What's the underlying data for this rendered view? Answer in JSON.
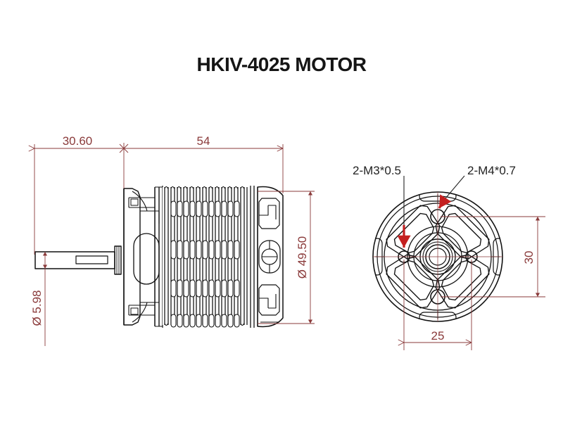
{
  "drawing": {
    "title": "HKIV-4025 MOTOR",
    "background_color": "#ffffff",
    "outline_color": "#111111",
    "dimension_color": "#8a3a3a",
    "leader_arrow_color": "#c42020",
    "note_text_color": "#222222"
  },
  "views": {
    "side_view": {
      "name": "side-elevation-view",
      "description": "Longitudinal section of brushless outrunner motor with cooling fins, shaft at left and mounting flange at right"
    },
    "end_view": {
      "name": "end-face-view",
      "description": "Front face of motor showing central bore, four mounting holes and four spoke cutouts"
    }
  },
  "dimensions": {
    "shaft_length": {
      "label": "30.60",
      "name": "dimension-shaft-length",
      "orientation": "horizontal"
    },
    "body_length": {
      "label": "54",
      "name": "dimension-body-length",
      "orientation": "horizontal"
    },
    "body_diameter": {
      "label": "Ø 49.50",
      "name": "dimension-body-diameter",
      "orientation": "vertical"
    },
    "shaft_diameter": {
      "label": "Ø 5.98",
      "name": "dimension-shaft-diameter",
      "orientation": "vertical"
    },
    "mount_vertical_spacing": {
      "label": "30",
      "name": "dimension-mount-vertical-spacing",
      "orientation": "vertical"
    },
    "mount_horizontal_spacing": {
      "label": "25",
      "name": "dimension-mount-horizontal-spacing",
      "orientation": "horizontal"
    }
  },
  "callouts": {
    "m3_thread": {
      "label": "2-M3*0.5",
      "name": "callout-m3-thread"
    },
    "m4_thread": {
      "label": "2-M4*0.7",
      "name": "callout-m4-thread"
    }
  }
}
